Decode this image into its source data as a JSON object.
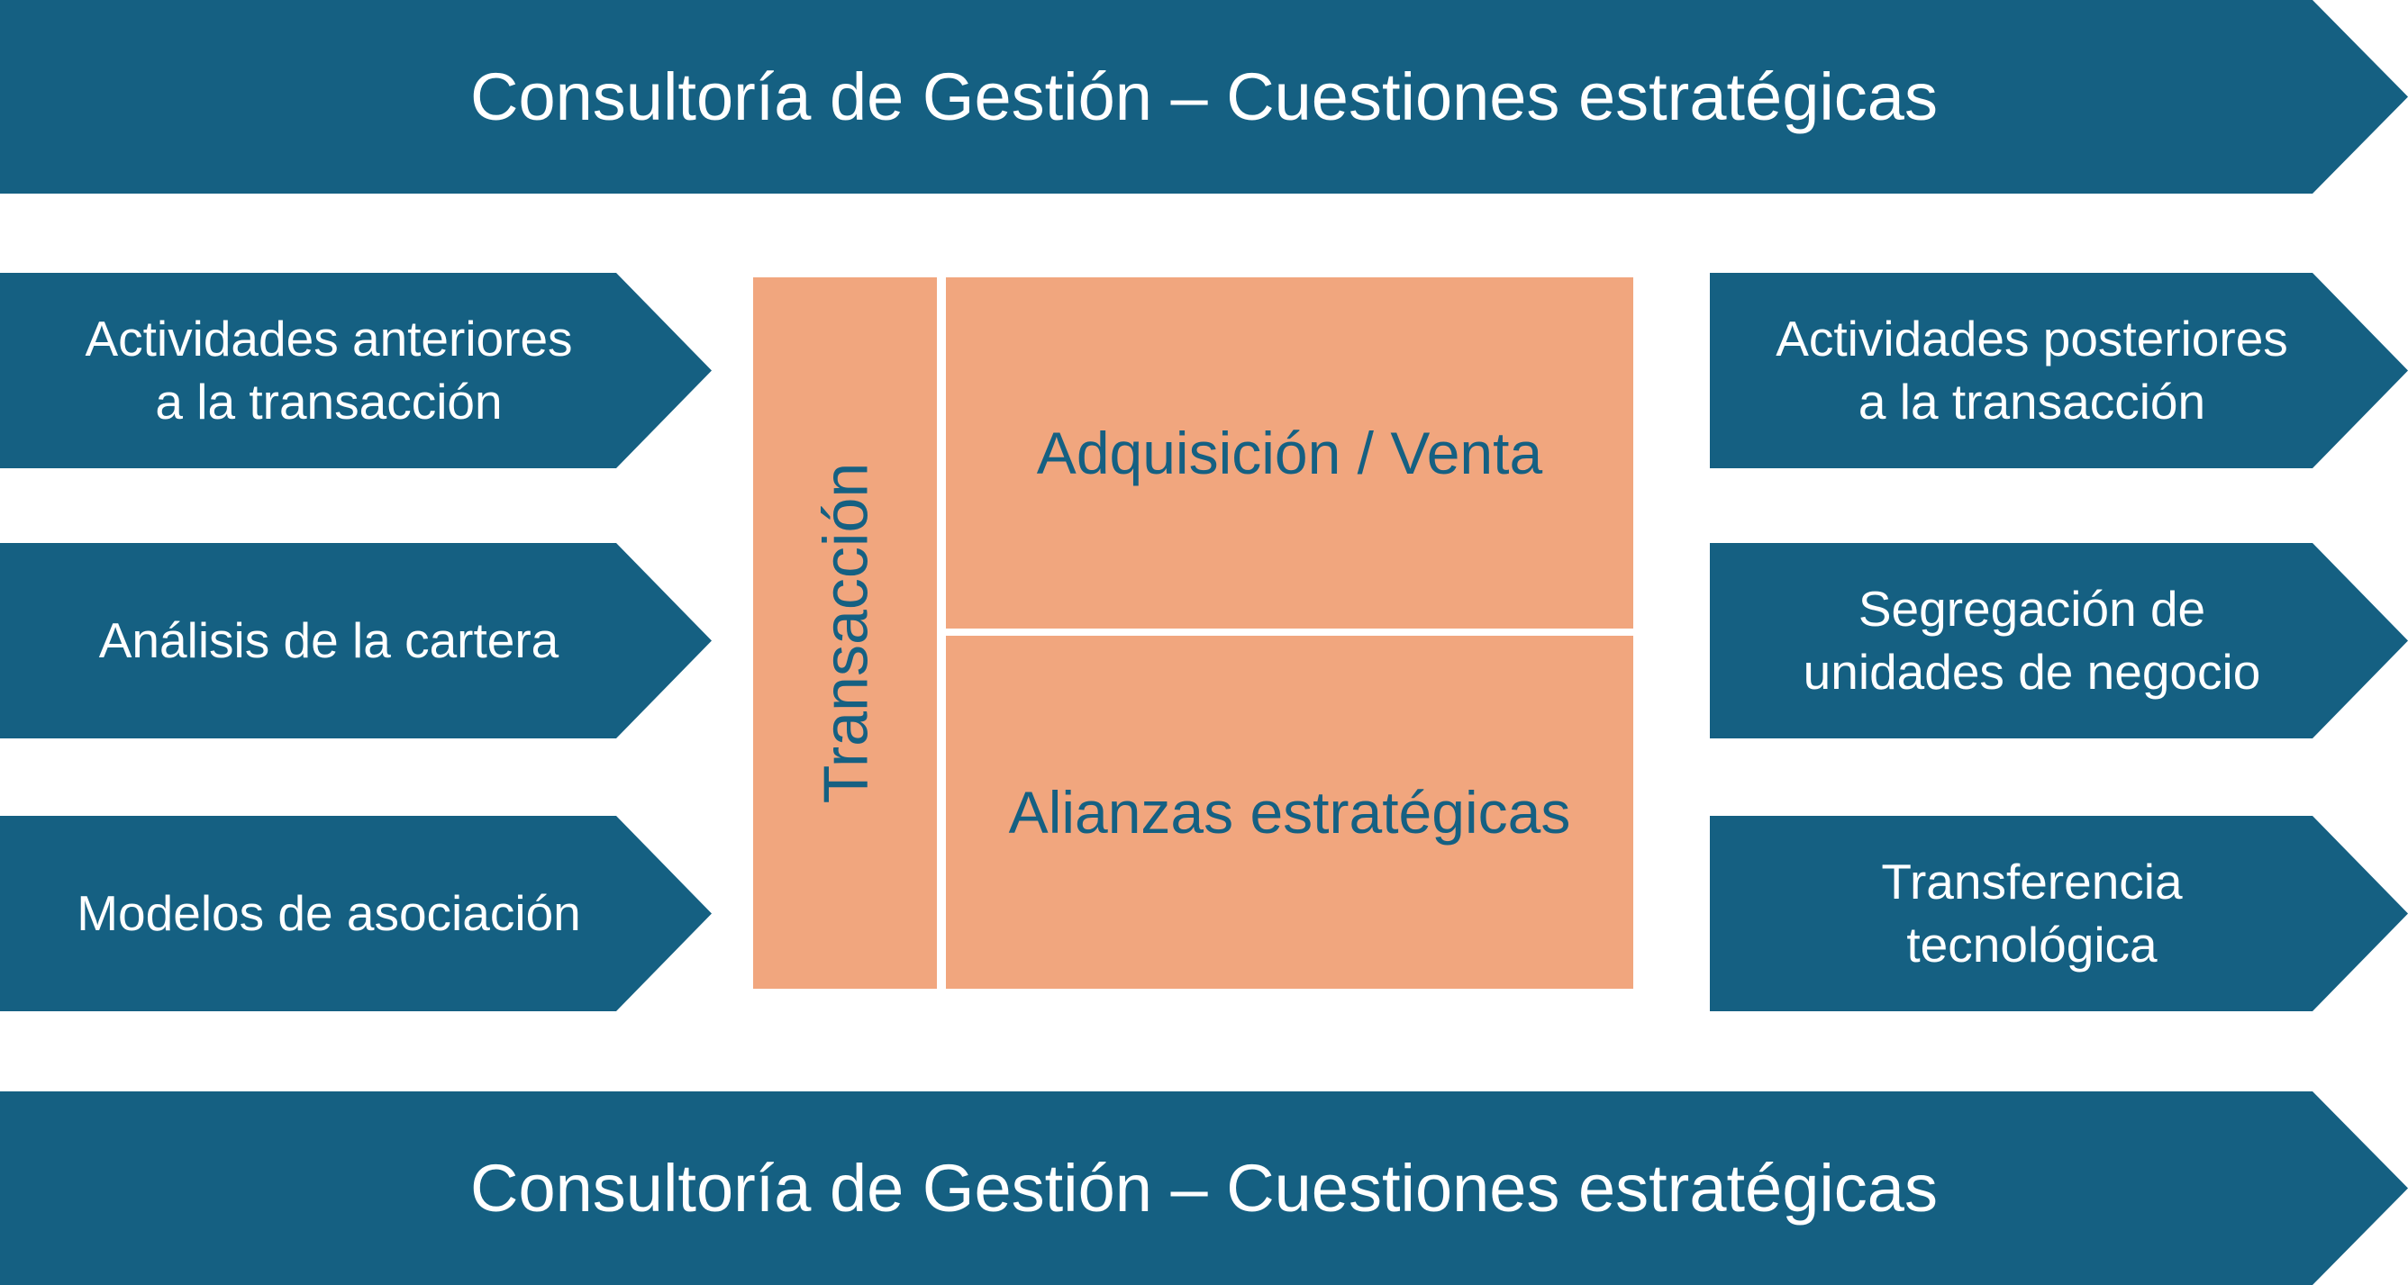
{
  "colors": {
    "teal": "#156082",
    "salmon": "#F1A67E",
    "label_on_teal": "#FFFFFF",
    "label_on_salmon": "#156082"
  },
  "banners": {
    "top": {
      "label": "Consultoría de Gestión – Cuestiones estratégicas"
    },
    "bottom": {
      "label": "Consultoría de Gestión – Cuestiones estratégicas"
    }
  },
  "left_arrows": [
    {
      "lines": [
        "Actividades anteriores",
        "a la transacción"
      ]
    },
    {
      "lines": [
        "Análisis de la cartera"
      ]
    },
    {
      "lines": [
        "Modelos de asociación"
      ]
    }
  ],
  "center": {
    "vertical_label": "Transacción",
    "boxes": [
      {
        "label": "Adquisición / Venta"
      },
      {
        "label": "Alianzas estratégicas"
      }
    ]
  },
  "right_arrows": [
    {
      "lines": [
        "Actividades posteriores",
        "a la transacción"
      ]
    },
    {
      "lines": [
        "Segregación de",
        "unidades de negocio"
      ]
    },
    {
      "lines": [
        "Transferencia",
        "tecnológica"
      ]
    }
  ]
}
